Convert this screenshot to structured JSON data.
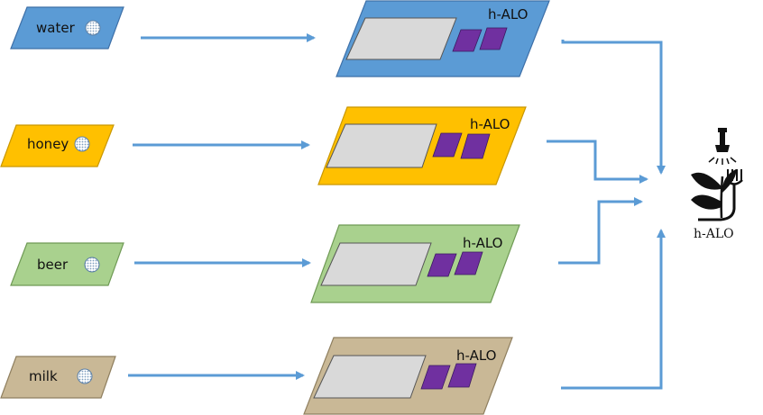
{
  "colors": {
    "water": "#5b9bd5",
    "honey": "#ffc000",
    "beer": "#a9d18e",
    "milk": "#c9b896",
    "arrow": "#5b9bd5",
    "screen": "#d9d9d9",
    "pad": "#7030a0"
  },
  "samples": [
    {
      "label": "water",
      "icon": "sample-dot-icon"
    },
    {
      "label": "honey",
      "icon": "sample-dot-icon"
    },
    {
      "label": "beer",
      "icon": "sample-dot-icon"
    },
    {
      "label": "milk",
      "icon": "sample-dot-icon"
    }
  ],
  "devices": [
    {
      "label": "h-ALO"
    },
    {
      "label": "h-ALO"
    },
    {
      "label": "h-ALO"
    },
    {
      "label": "h-ALO"
    }
  ],
  "logo": {
    "label": "h-ALO",
    "icon": "flashlight-plant-fork-icon"
  }
}
